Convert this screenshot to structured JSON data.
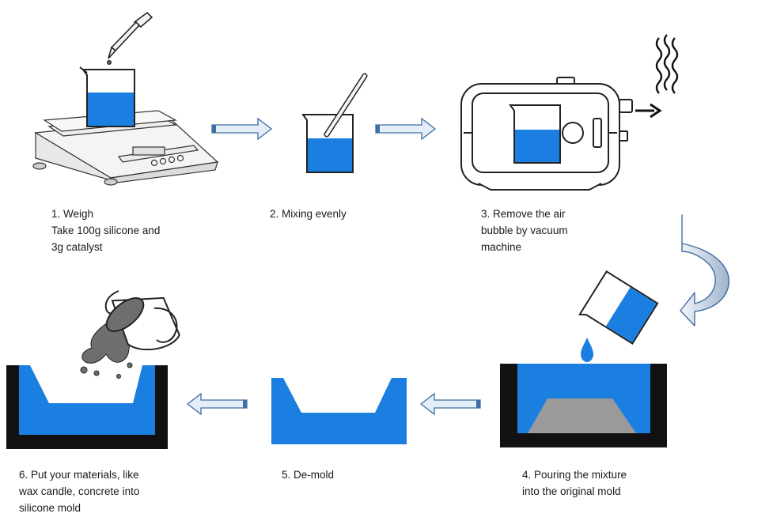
{
  "steps": [
    {
      "id": "weigh",
      "lines": [
        "1.  Weigh",
        "Take 100g silicone and",
        "3g catalyst"
      ]
    },
    {
      "id": "mix",
      "lines": [
        "2.  Mixing evenly"
      ]
    },
    {
      "id": "vacuum",
      "lines": [
        "3.  Remove the air",
        "bubble by vacuum",
        "machine"
      ]
    },
    {
      "id": "pour",
      "lines": [
        "4.  Pouring the mixture",
        "into the original mold"
      ]
    },
    {
      "id": "demold",
      "lines": [
        "5.  De-mold"
      ]
    },
    {
      "id": "cast",
      "lines": [
        "6.  Put your materials, like",
        "wax candle, concrete into",
        "silicone mold"
      ]
    }
  ],
  "colors": {
    "silicone_blue": "#1a7fe0",
    "arrow_fill": "#e4eef8",
    "arrow_edge": "#3f6ea3",
    "mold_black": "#111111",
    "model_gray": "#9a9a9a",
    "concrete_gray": "#6e6e6e"
  },
  "icons": [
    "dropper-icon",
    "scale-icon",
    "stir-rod-icon",
    "vacuum-machine-icon",
    "heat-waves-icon",
    "pouring-beaker-icon",
    "bucket-icon"
  ]
}
